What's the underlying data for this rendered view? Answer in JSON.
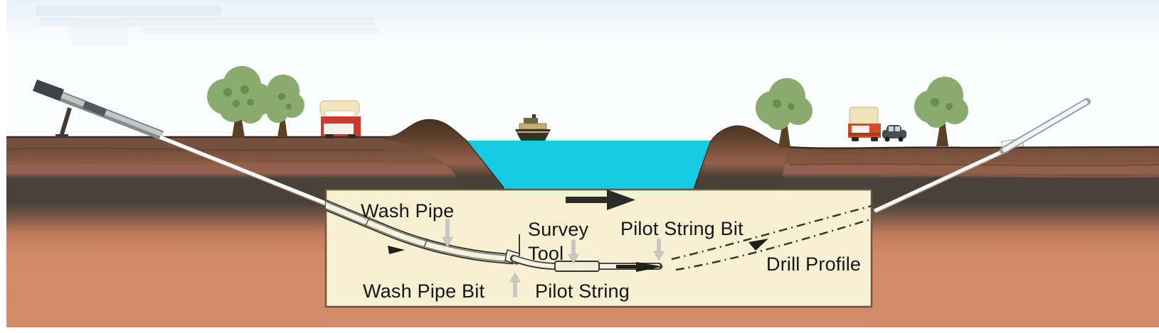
{
  "diagram": {
    "labels": {
      "wash_pipe": "Wash Pipe",
      "survey_tool_line1": "Survey",
      "survey_tool_line2": "Tool",
      "pilot_string_bit": "Pilot String Bit",
      "wash_pipe_bit": "Wash Pipe Bit",
      "pilot_string": "Pilot String",
      "drill_profile": "Drill Profile"
    },
    "colors": {
      "water": "#17cbe4",
      "inset_background": "#f7f0d2",
      "inset_border": "#6b5844",
      "topsoil_brown": "#75513d",
      "red_stratum": "#92604b",
      "dark_stratum": "#4a423a",
      "deep_soil_salmon": "#d48c6a",
      "bank_mound_dark": "#46321f",
      "tree_canopy_green": "#8aab6e",
      "truck_red": "#c93a31",
      "truck_orange": "#cf4e28",
      "label_arrow_gray": "#c7c7c3",
      "annotation_black": "#1f1f1c",
      "pipe_white": "#f7f3e2"
    },
    "elements": [
      "drill-rig",
      "drill-string",
      "river",
      "boat",
      "tree",
      "truck",
      "car",
      "detail-inset",
      "wash-pipe",
      "wash-pipe-bit",
      "pilot-string",
      "survey-tool",
      "pilot-string-bit",
      "drill-profile-path",
      "direction-arrow"
    ]
  }
}
